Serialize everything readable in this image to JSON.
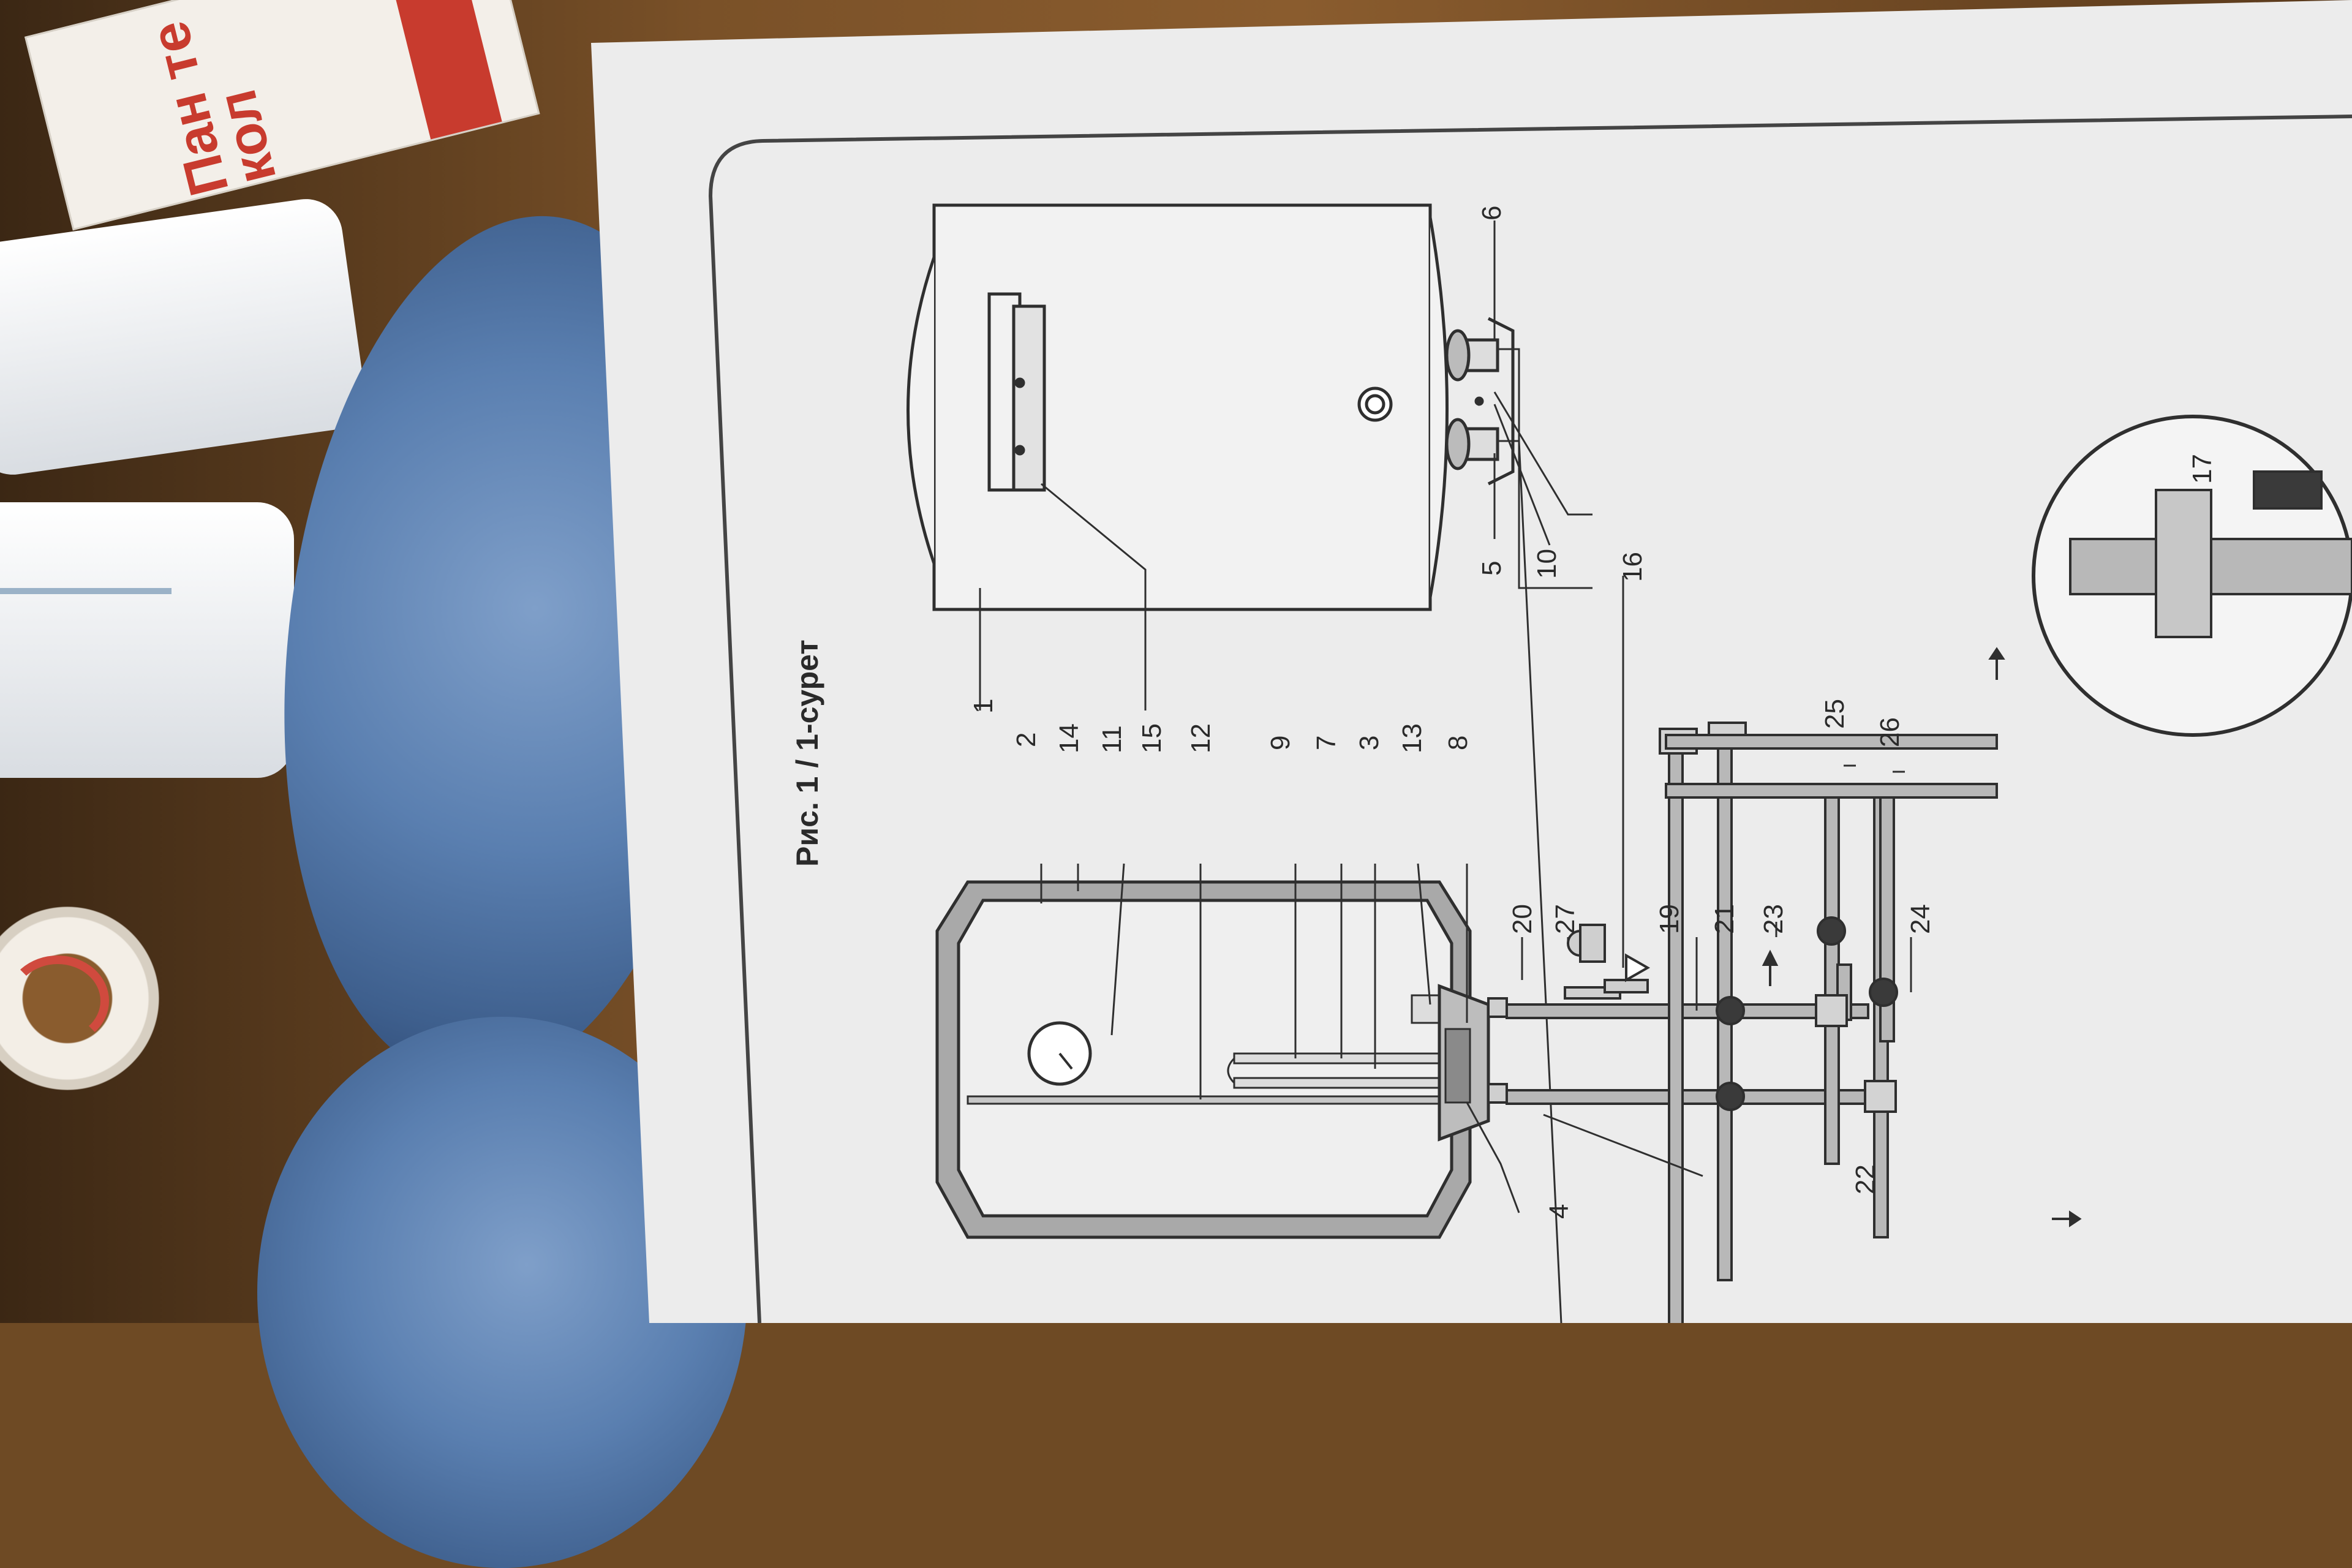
{
  "figure": {
    "title": "Рис. 1 / 1-сурет"
  },
  "callouts": {
    "c1": "1",
    "c2": "2",
    "c3": "3",
    "c4": "4",
    "c5": "5",
    "c6": "6",
    "c7": "7",
    "c8": "8",
    "c9": "9",
    "c10": "10",
    "c11": "11",
    "c12": "12",
    "c13": "13",
    "c14": "14",
    "c15": "15",
    "c16": "16",
    "c17": "17",
    "c19": "19",
    "c20": "20",
    "c21": "21",
    "c22": "22",
    "c23": "23",
    "c24": "24",
    "c25": "25",
    "c26": "26",
    "c27": "27"
  },
  "background": {
    "box_text": "Пан те кол"
  },
  "colors": {
    "paper": "#eeeeee",
    "line": "#2f2f2f",
    "tank_insulation": "#a9a9a9",
    "pipe": "#b8b8b8",
    "denim": "#5a7fb0"
  }
}
